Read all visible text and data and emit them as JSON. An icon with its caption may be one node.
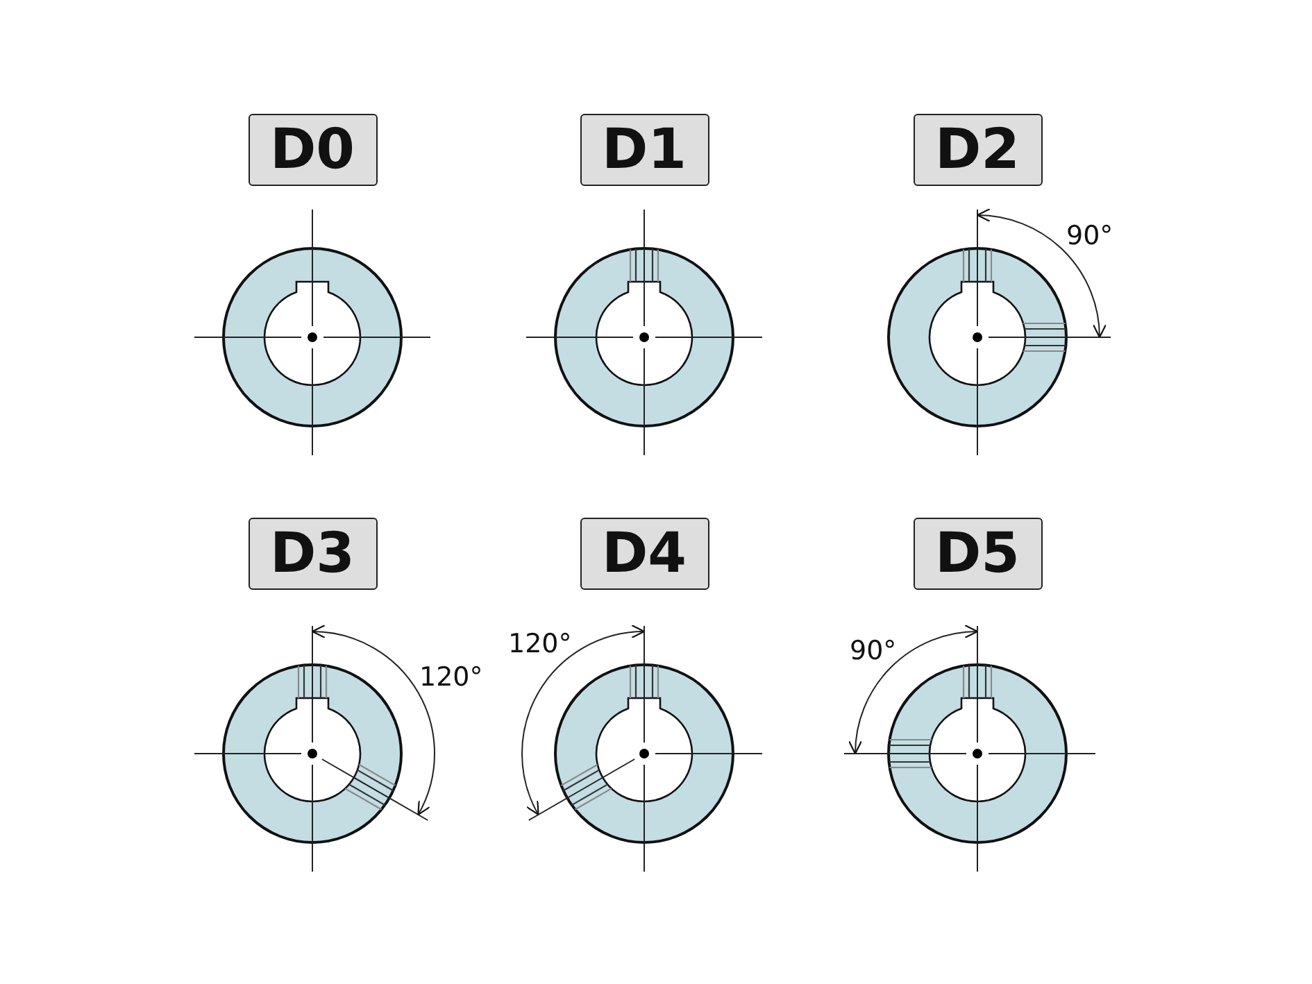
{
  "diagram": {
    "nodes": [
      {
        "text": [
          "D0"
        ]
      },
      {
        "text": [
          "D1"
        ]
      },
      {
        "text": [
          "D2"
        ]
      },
      {
        "text": [
          "D3"
        ]
      },
      {
        "text": [
          "D4"
        ]
      },
      {
        "text": [
          "D5"
        ]
      }
    ],
    "labels": [
      "90°",
      "120°",
      "120°",
      "90°"
    ]
  }
}
